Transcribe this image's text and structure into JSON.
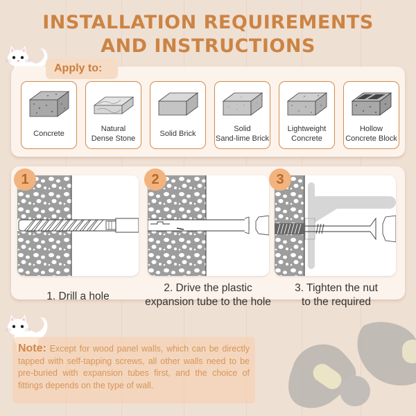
{
  "header": {
    "title_line1": "INSTALLATION REQUIREMENTS",
    "title_line2": "AND INSTRUCTIONS"
  },
  "apply_section": {
    "label": "Apply to:",
    "materials": [
      {
        "label": "Concrete",
        "icon": "concrete-block-icon"
      },
      {
        "label": "Natural\nDense Stone",
        "icon": "stone-block-icon"
      },
      {
        "label": "Solid Brick",
        "icon": "brick-block-icon"
      },
      {
        "label": "Solid\nSand-lime Brick",
        "icon": "sand-lime-brick-icon"
      },
      {
        "label": "Lightweight\nConcrete",
        "icon": "lightweight-concrete-icon"
      },
      {
        "label": "Hollow\nConcrete Block",
        "icon": "hollow-block-icon"
      }
    ]
  },
  "steps": [
    {
      "number": "1",
      "caption": "1. Drill a hole",
      "illustration": "drill-bit-in-wall"
    },
    {
      "number": "2",
      "caption": "2. Drive the plastic\nexpansion tube to the hole",
      "illustration": "expansion-tube-in-wall"
    },
    {
      "number": "3",
      "caption": "3. Tighten the nut\nto the required",
      "illustration": "screw-tightened-bracket"
    }
  ],
  "note": {
    "label": "Note:",
    "text": "Except for wood panel walls, which can be directly tapped with self-tapping screws, all other walls need to be pre-buried with expansion tubes first, and the choice of fittings depends on the type of wall."
  },
  "colors": {
    "background": "#efe0d4",
    "accent": "#cc8443",
    "panel": "#fcf3ec",
    "badge": "#f2b37f",
    "card_border": "#d38a4e",
    "note_text": "#d8955a"
  }
}
